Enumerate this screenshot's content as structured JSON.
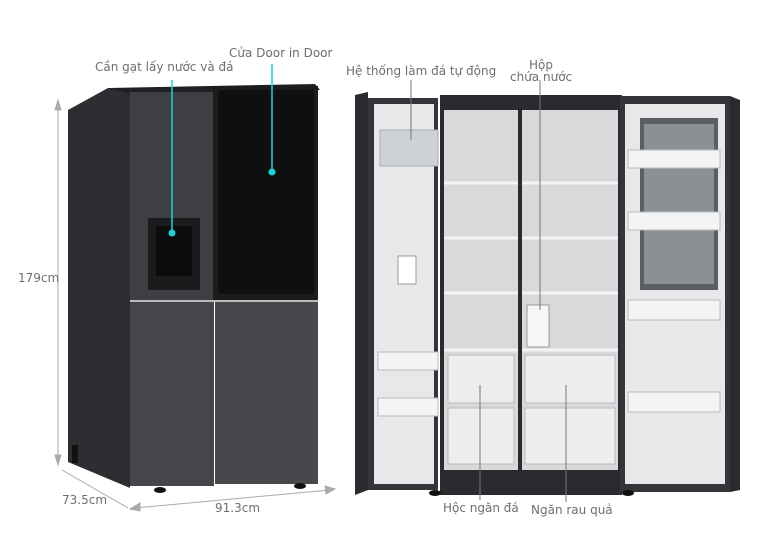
{
  "dimensions": {
    "height": "179cm",
    "depth": "73.5cm",
    "width": "91.3cm"
  },
  "callouts": {
    "dispenser_lever": "Cần gạt lấy nước và đá",
    "door_in_door": "Cửa Door in Door",
    "auto_ice_maker": "Hệ thống làm đá tự động",
    "water_tank_line1": "Hộp",
    "water_tank_line2": "chứa nước",
    "freezer_drawer": "Hộc ngăn đá",
    "crisper_drawer": "Ngăn rau quả"
  },
  "colors": {
    "callout_line": "#19d3da",
    "body": "#3a3c40",
    "interior": "#d9dbdd"
  }
}
